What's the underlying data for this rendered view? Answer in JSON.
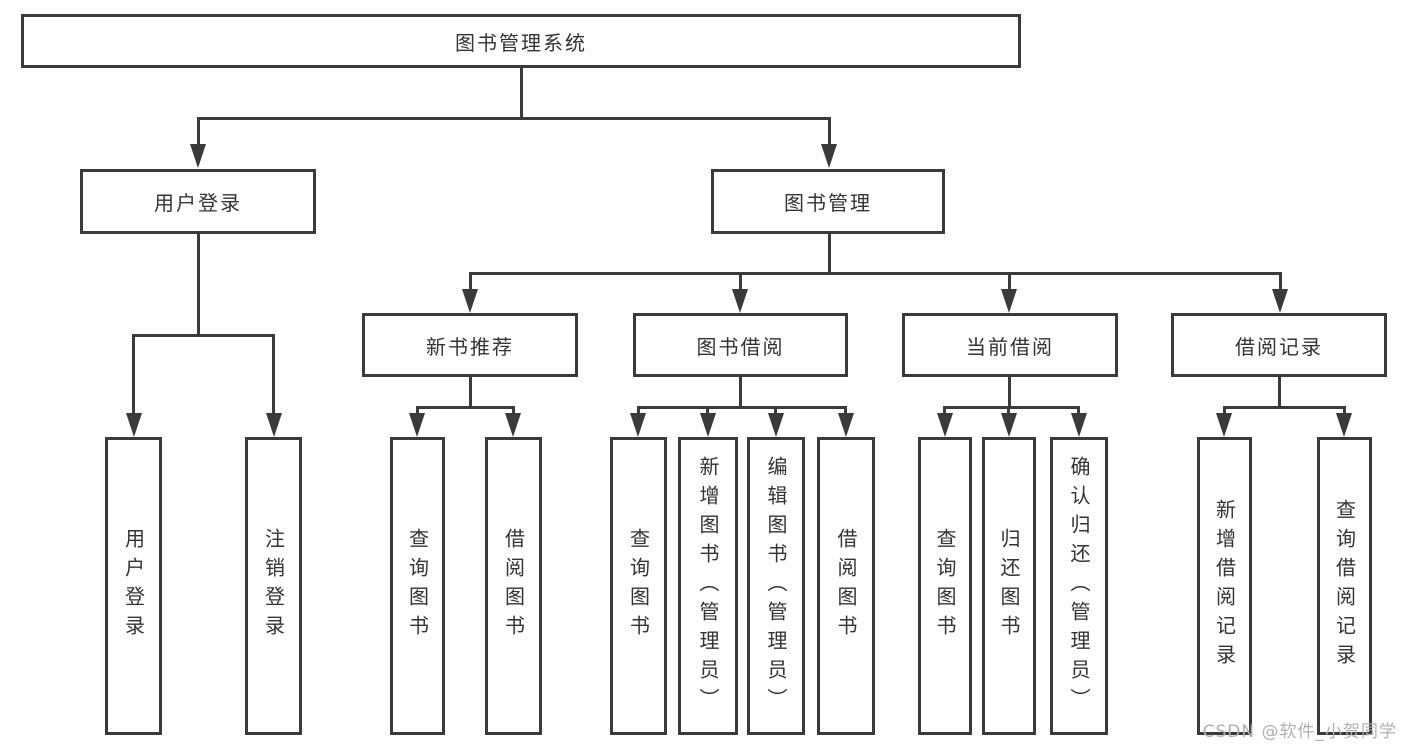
{
  "diagram": {
    "type": "hierarchy-tree",
    "colors": {
      "line": "#3a3a3a",
      "text": "#333333",
      "watermark": "#b0b0b0",
      "background": "#ffffff"
    },
    "tree": {
      "root": {
        "label": "图书管理系统",
        "children": [
          {
            "label": "用户登录",
            "children": [
              {
                "label": "用户登录"
              },
              {
                "label": "注销登录"
              }
            ]
          },
          {
            "label": "图书管理",
            "children": [
              {
                "label": "新书推荐",
                "children": [
                  {
                    "label": "查询图书"
                  },
                  {
                    "label": "借阅图书"
                  }
                ]
              },
              {
                "label": "图书借阅",
                "children": [
                  {
                    "label": "查询图书"
                  },
                  {
                    "label": "新增图书（管理员）"
                  },
                  {
                    "label": "编辑图书（管理员）"
                  },
                  {
                    "label": "借阅图书"
                  }
                ]
              },
              {
                "label": "当前借阅",
                "children": [
                  {
                    "label": "查询图书"
                  },
                  {
                    "label": "归还图书"
                  },
                  {
                    "label": "确认归还（管理员）"
                  }
                ]
              },
              {
                "label": "借阅记录",
                "children": [
                  {
                    "label": "新增借阅记录"
                  },
                  {
                    "label": "查询借阅记录"
                  }
                ]
              }
            ]
          }
        ]
      }
    },
    "watermark": {
      "text": "CSDN @软件_小贺同学"
    }
  }
}
